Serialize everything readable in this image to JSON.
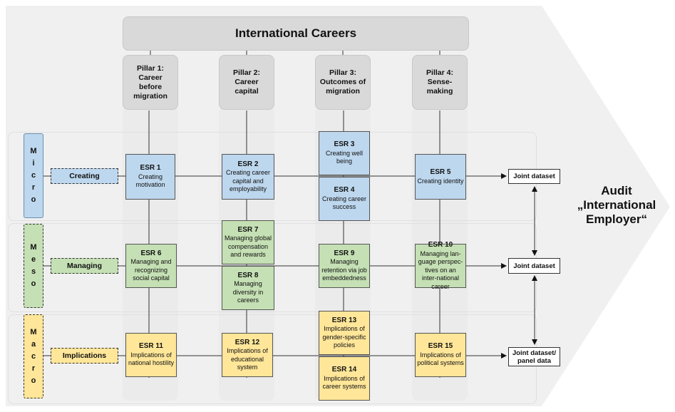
{
  "title": "International Careers",
  "pillars": [
    {
      "label": "Pillar 1: Career before migration"
    },
    {
      "label": "Pillar 2: Career capital"
    },
    {
      "label": "Pillar 3: Outcomes of migration"
    },
    {
      "label": "Pillar 4: Sense-making"
    }
  ],
  "levels": [
    {
      "letters": [
        "M",
        "i",
        "c",
        "r",
        "o"
      ],
      "activity": "Creating",
      "color": "#bdd7ee"
    },
    {
      "letters": [
        "M",
        "e",
        "s",
        "o"
      ],
      "activity": "Managing",
      "color": "#c5e0b4"
    },
    {
      "letters": [
        "M",
        "a",
        "c",
        "r",
        "o"
      ],
      "activity": "Implications",
      "color": "#ffe699"
    }
  ],
  "esrs": [
    {
      "code": "ESR 1",
      "text": "Creating motivation"
    },
    {
      "code": "ESR 2",
      "text": "Creating career capital and employability"
    },
    {
      "code": "ESR 3",
      "text": "Creating well being"
    },
    {
      "code": "ESR 4",
      "text": "Creating career success"
    },
    {
      "code": "ESR 5",
      "text": "Creating identity"
    },
    {
      "code": "ESR 6",
      "text": "Managing and recognizing social capital"
    },
    {
      "code": "ESR 7",
      "text": "Managing global compensation and rewards"
    },
    {
      "code": "ESR 8",
      "text": "Managing diversity in careers"
    },
    {
      "code": "ESR 9",
      "text": "Managing retention via job embeddedness"
    },
    {
      "code": "ESR 10",
      "text": "Managing lan-guage perspec-tives on an inter-national career"
    },
    {
      "code": "ESR 11",
      "text": "Implications of national hostility"
    },
    {
      "code": "ESR 12",
      "text": "Implications of educational system"
    },
    {
      "code": "ESR 13",
      "text": "Implications of gender-specific policies"
    },
    {
      "code": "ESR 14",
      "text": "Implications of career systems"
    },
    {
      "code": "ESR 15",
      "text": "Implications of political systems"
    }
  ],
  "joints": [
    {
      "label": "Joint dataset"
    },
    {
      "label": "Joint dataset"
    },
    {
      "label": "Joint dataset/ panel data"
    }
  ],
  "audit": {
    "line1": "Audit",
    "line2": "„International",
    "line3": "Employer“"
  },
  "colors": {
    "micro": "#bdd7ee",
    "meso": "#c5e0b4",
    "macro": "#ffe699",
    "frame": "#f0f0f0"
  }
}
